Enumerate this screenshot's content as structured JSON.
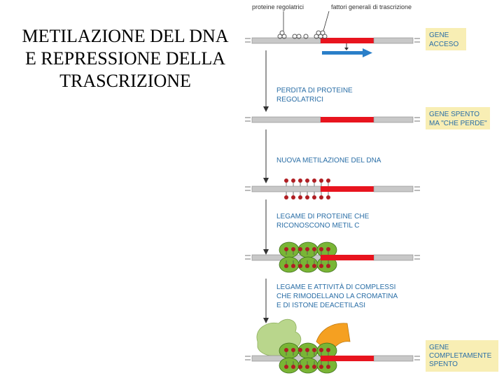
{
  "title": {
    "line1": "METILAZIONE DEL DNA",
    "line2": "E REPRESSIONE DELLA",
    "line3": "TRASCRIZIONE"
  },
  "top_labels": {
    "regulatory": "proteine regolatrici",
    "general": "fattori generali di trascrizione"
  },
  "steps": {
    "s1": [
      "PERDITA DI PROTEINE",
      "REGOLATRICI"
    ],
    "s2": [
      "NUOVA METILAZIONE DEL DNA"
    ],
    "s3": [
      "LEGAME DI PROTEINE CHE",
      "RICONOSCONO METIL C"
    ],
    "s4": [
      "LEGAME E ATTIVITÀ DI COMPLESSI",
      "CHE RIMODELLANO LA CROMATINA",
      "E DI ISTONE DEACETILASI"
    ]
  },
  "gene_states": {
    "on": [
      "GENE",
      "ACCESO"
    ],
    "off": [
      "GENE SPENTO",
      "MA \"CHE PERDE\""
    ],
    "silenced": [
      "GENE",
      "COMPLETAMENTE",
      "SPENTO"
    ]
  },
  "colors": {
    "dna": "#c8c8c8",
    "gene": "#e8141e",
    "methyl": "#b01e23",
    "mbd": "#79b535",
    "remodeler": "#b9d68c",
    "hdac": "#f5a021",
    "text": "#2a6ea6",
    "label_box": "#f8eeb4",
    "transcript": "#2a7fc9"
  }
}
